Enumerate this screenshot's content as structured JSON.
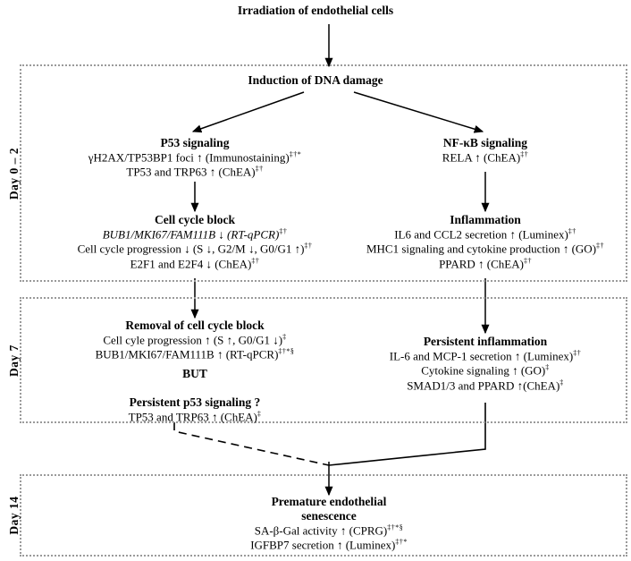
{
  "figure": {
    "top_title": "Irradiation of endothelial cells"
  },
  "phases": [
    {
      "id": "day-0-2",
      "label": "Day 0 – 2"
    },
    {
      "id": "day-7",
      "label": "Day 7"
    },
    {
      "id": "day-14",
      "label": "Day 14"
    }
  ],
  "nodes": {
    "dna_damage": {
      "title": "Induction of DNA damage",
      "lines": []
    },
    "p53_signaling": {
      "title": "P53 signaling",
      "lines": [
        "γH2AX/TP53BP1 foci ↑ (Immunostaining)",
        "TP53 and TRP63 ↑ (ChEA)"
      ],
      "marks": [
        "‡†*",
        "‡†"
      ]
    },
    "cell_cycle_block": {
      "title": "Cell cycle block",
      "lines": [
        "BUB1/MKI67/FAM111B ↓ (RT-qPCR)",
        "Cell cycle progression ↓ (S ↓, G2/M ↓, G0/G1 ↑)",
        "E2F1 and E2F4 ↓ (ChEA)"
      ],
      "marks": [
        "‡†",
        "‡†",
        "‡†"
      ]
    },
    "nfkb_signaling": {
      "title": "NF-κB signaling",
      "lines": [
        "RELA ↑ (ChEA)"
      ],
      "marks": [
        "‡†"
      ]
    },
    "inflammation": {
      "title": "Inflammation",
      "lines": [
        "IL6 and CCL2 secretion ↑ (Luminex)",
        "MHC1 signaling and cytokine production ↑ (GO)",
        "PPARD ↑ (ChEA)"
      ],
      "marks": [
        "‡†",
        "‡†",
        "‡†"
      ]
    },
    "removal_block": {
      "title": "Removal of cell cycle block",
      "lines": [
        "Cell cyle progression ↑ (S ↑, G0/G1 ↓)",
        "BUB1/MKI67/FAM111B ↑ (RT-qPCR)"
      ],
      "marks": [
        "‡",
        "‡†*§"
      ]
    },
    "but": {
      "title": "BUT"
    },
    "persistent_p53": {
      "title": "Persistent p53 signaling ?",
      "lines": [
        "TP53 and TRP63 ↑ (ChEA)"
      ],
      "marks": [
        "‡"
      ]
    },
    "persistent_inflammation": {
      "title": "Persistent inflammation",
      "lines": [
        "IL-6 and MCP-1 secretion ↑ (Luminex)",
        "Cytokine signaling ↑ (GO)",
        "SMAD1/3 and PPARD ↑(ChEA)"
      ],
      "marks": [
        "‡†",
        "‡",
        "‡"
      ]
    },
    "senescence": {
      "title_line1": "Premature endothelial",
      "title_line2": "senescence",
      "lines": [
        "SA-β-Gal activity ↑ (CPRG)",
        "IGFBP7 secretion ↑ (Luminex)"
      ],
      "marks": [
        "‡†*§",
        "‡†*"
      ]
    }
  },
  "colors": {
    "stroke": "#000000",
    "box_border": "#9a9a9a",
    "background": "#ffffff"
  }
}
